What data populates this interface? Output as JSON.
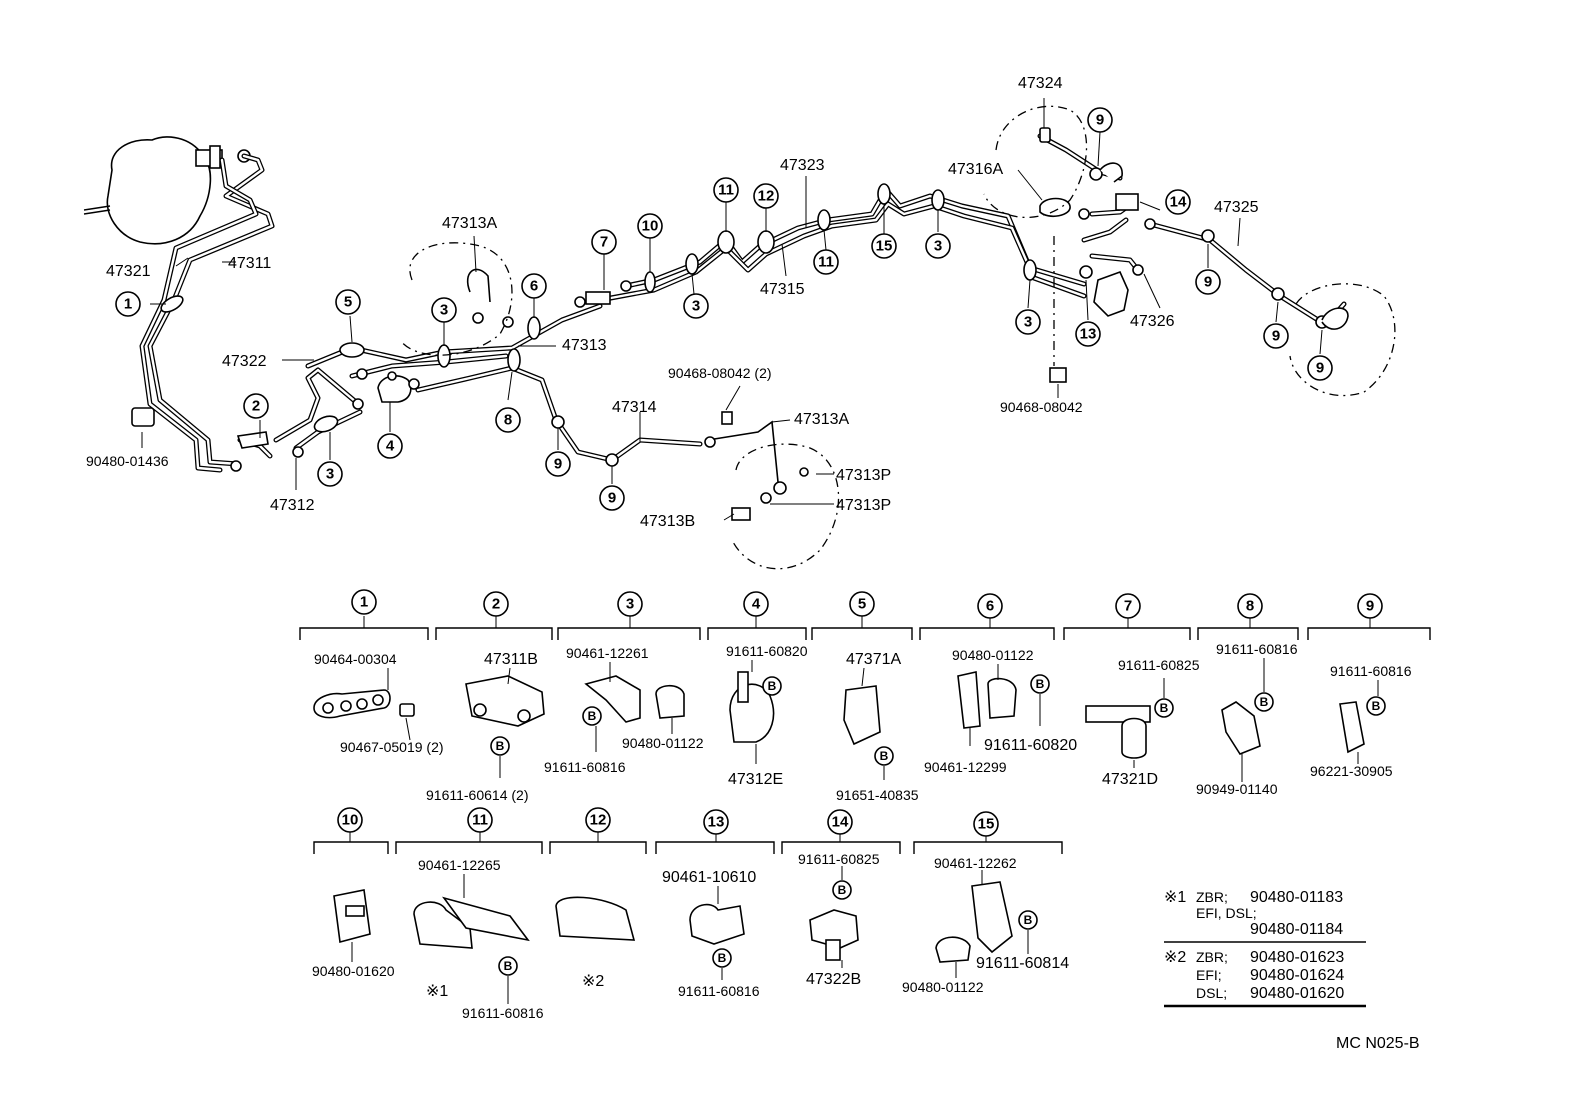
{
  "diagram": {
    "upper_labels": {
      "l_47321": "47321",
      "l_47311": "47311",
      "l_90480_01436": "90480-01436",
      "l_47312": "47312",
      "l_47322": "47322",
      "l_47313A_a": "47313A",
      "l_47313": "47313",
      "l_47314": "47314",
      "l_90468_08042_2": "90468-08042 (2)",
      "l_47313A_b": "47313A",
      "l_47313P_a": "47313P",
      "l_47313P_b": "47313P",
      "l_47313B": "47313B",
      "l_47315": "47315",
      "l_47323": "47323",
      "l_47324": "47324",
      "l_47316A": "47316A",
      "l_47325": "47325",
      "l_47326": "47326",
      "l_90468_08042": "90468-08042"
    },
    "callouts": {
      "c1": "1",
      "c2": "2",
      "c3": "3",
      "c4": "4",
      "c5": "5",
      "c6": "6",
      "c7": "7",
      "c8": "8",
      "c9": "9",
      "c10": "10",
      "c11": "11",
      "c12": "12",
      "c13": "13",
      "c14": "14",
      "c15": "15"
    },
    "bolt_mark": "B",
    "groups": {
      "g1": {
        "num": "1",
        "a": "90464-00304",
        "b": "90467-05019 (2)",
        "c": "91611-60614 (2)"
      },
      "g2": {
        "num": "2",
        "a": "47311B"
      },
      "g3": {
        "num": "3",
        "a": "90461-12261",
        "b": "90480-01122",
        "c": "91611-60816"
      },
      "g4": {
        "num": "4",
        "a": "91611-60820",
        "b": "47312E"
      },
      "g5": {
        "num": "5",
        "a": "47371A",
        "b": "91651-40835"
      },
      "g6": {
        "num": "6",
        "a": "90480-01122",
        "b": "91611-60820",
        "c": "90461-12299"
      },
      "g7": {
        "num": "7",
        "a": "91611-60825",
        "b": "47321D"
      },
      "g8": {
        "num": "8",
        "a": "91611-60816",
        "b": "90949-01140"
      },
      "g9": {
        "num": "9",
        "a": "91611-60816",
        "b": "96221-30905"
      },
      "g10": {
        "num": "10",
        "a": "90480-01620"
      },
      "g11": {
        "num": "11",
        "a": "90461-12265",
        "b": "※1",
        "c": "91611-60816"
      },
      "g12": {
        "num": "12",
        "a": "※2"
      },
      "g13": {
        "num": "13",
        "a": "90461-10610",
        "b": "91611-60816"
      },
      "g14": {
        "num": "14",
        "a": "91611-60825",
        "b": "47322B"
      },
      "g15": {
        "num": "15",
        "a": "90461-12262",
        "b": "91611-60814",
        "c": "90480-01122"
      }
    },
    "notes": {
      "n1_mark": "※1",
      "n1_r1_k": "ZBR;",
      "n1_r1_v": "90480-01183",
      "n1_r2_k": "EFI, DSL;",
      "n1_r3_v": "90480-01184",
      "n2_mark": "※2",
      "n2_r1_k": "ZBR;",
      "n2_r1_v": "90480-01623",
      "n2_r2_k": "EFI;",
      "n2_r2_v": "90480-01624",
      "n2_r3_k": "DSL;",
      "n2_r3_v": "90480-01620"
    },
    "figure_code": "MC  N025-B"
  }
}
